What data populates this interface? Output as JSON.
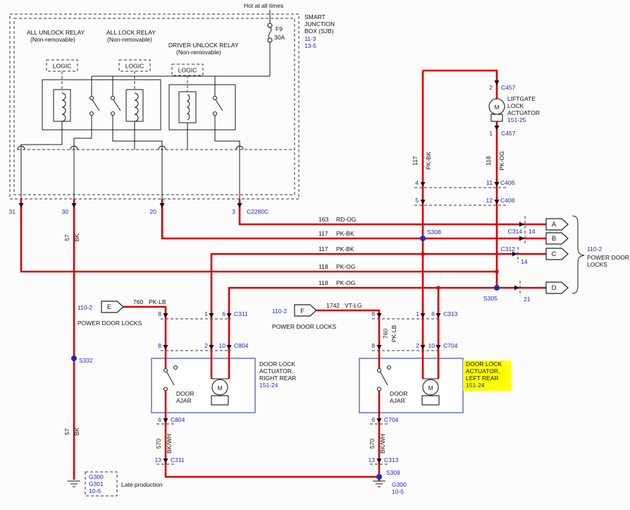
{
  "colors": {
    "wire": "#dd0000",
    "line": "#1a1a1a",
    "reference_blue": "#2222cc",
    "highlight": "#ffff00",
    "actuator_box": "#8a94cc"
  },
  "power": {
    "hot_label": "Hot at all times"
  },
  "fuse": {
    "name": "F9",
    "rating": "30A"
  },
  "sjb": {
    "name1": "SMART",
    "name2": "JUNCTION",
    "name3": "BOX (SJB)",
    "ref1": "11-3",
    "ref2": "13-5",
    "relay_unlock": "ALL UNLOCK  RELAY",
    "relay_lock": "ALL LOCK  RELAY",
    "relay_driver": "DRIVER  UNLOCK  RELAY",
    "nonremovable": "(Non-removable)",
    "logic": "LOGIC",
    "connector": "C2280C"
  },
  "pins": {
    "p1": "1",
    "p2": "2",
    "p3": "3",
    "p4": "4",
    "p5": "5",
    "p6": "6",
    "p8": "8",
    "p10": "10",
    "p11": "11",
    "p12": "12",
    "p13": "13",
    "p14": "14",
    "p20": "20",
    "p21": "21",
    "p30": "30",
    "p31": "31"
  },
  "circuits": {
    "c163": {
      "num": "163",
      "color": "RD-OG"
    },
    "c117": {
      "num": "117",
      "color": "PK-BK"
    },
    "c118": {
      "num": "118",
      "color": "PK-OG"
    },
    "c57": {
      "num": "57",
      "color": "BK"
    },
    "c760": {
      "num": "760",
      "color": "PK-LB"
    },
    "c1742": {
      "num": "1742",
      "color": "VT-LG"
    },
    "c570": {
      "num": "570",
      "color": "BK/WH"
    }
  },
  "liftgate": {
    "name1": "LIFTGATE",
    "name2": "LOCK",
    "name3": "ACTUATOR",
    "ref": "151-25",
    "connector": "C457"
  },
  "inline": {
    "c406": "C406",
    "c408": "C408",
    "c314": "C314",
    "c312": "C312",
    "c311": "C311",
    "c804": "C804",
    "c313": "C313",
    "c704": "C704"
  },
  "splices": {
    "s308": "S308",
    "s305": "S305",
    "s332": "S332",
    "s309": "S309"
  },
  "offpage": {
    "a": "A",
    "b": "B",
    "c": "C",
    "d": "D",
    "e": "E",
    "f": "F",
    "ref": "110-2",
    "dest_line1": "POWER DOOR",
    "dest_line2": "LOCKS",
    "dest_inline": "POWER DOOR LOCKS"
  },
  "actuators": {
    "motor": "M",
    "door": "DOOR",
    "ajar": "AJAR",
    "right_rear": {
      "l1": "DOOR LOCK",
      "l2": "ACTUATOR,",
      "l3": "RIGHT REAR",
      "ref": "151-24"
    },
    "left_rear": {
      "l1": "DOOR LOCK",
      "l2": "ACTUATOR,",
      "l3": "LEFT REAR",
      "ref": "151-24"
    }
  },
  "grounds": {
    "g300": "G300",
    "g301": "G301",
    "ref_left": "10-6",
    "ref_right": "10-5",
    "late": "Late production"
  }
}
